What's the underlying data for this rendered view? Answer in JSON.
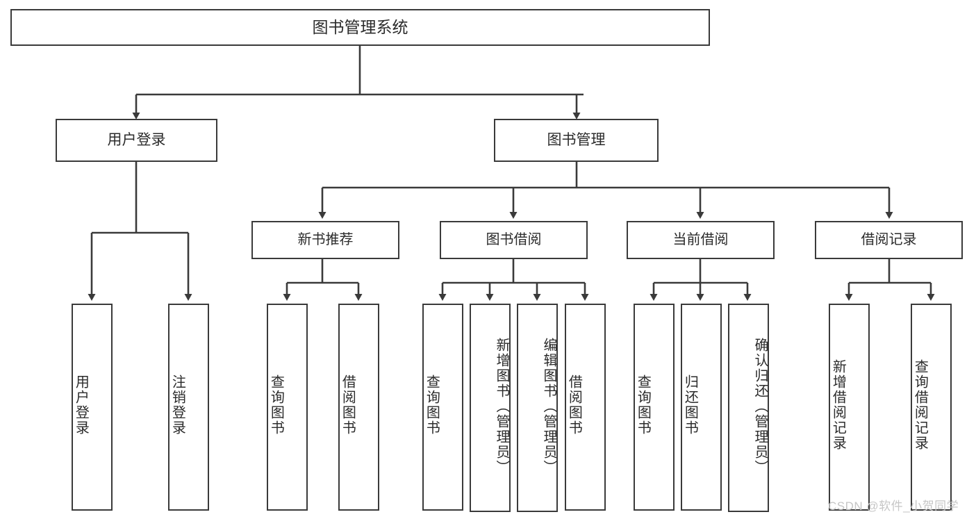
{
  "diagram": {
    "title": "图书管理系统",
    "type": "tree-hierarchy",
    "root": {
      "label": "图书管理系统"
    },
    "level1": [
      {
        "label": "用户登录"
      },
      {
        "label": "图书管理"
      }
    ],
    "level2": [
      {
        "label": "新书推荐"
      },
      {
        "label": "图书借阅"
      },
      {
        "label": "当前借阅"
      },
      {
        "label": "借阅记录"
      }
    ],
    "leaves": {
      "user_login": [
        {
          "label": "用户登录"
        },
        {
          "label": "注销登录"
        }
      ],
      "new_book_recommend": [
        {
          "label": "查询图书"
        },
        {
          "label": "借阅图书"
        }
      ],
      "book_borrow": [
        {
          "label": "查询图书"
        },
        {
          "label": "新增图书（管理员）"
        },
        {
          "label": "编辑图书（管理员）"
        },
        {
          "label": "借阅图书"
        }
      ],
      "current_borrow": [
        {
          "label": "查询图书"
        },
        {
          "label": "归还图书"
        },
        {
          "label": "确认归还（管理员）"
        }
      ],
      "borrow_record": [
        {
          "label": "新增借阅记录"
        },
        {
          "label": "查询借阅记录"
        }
      ]
    }
  },
  "watermark": {
    "text": "CSDN @软件_小贺同学"
  },
  "colors": {
    "stroke": "#3a3a3a",
    "background": "#ffffff",
    "text": "#2b2b2b",
    "watermark": "#c6c6c6"
  }
}
